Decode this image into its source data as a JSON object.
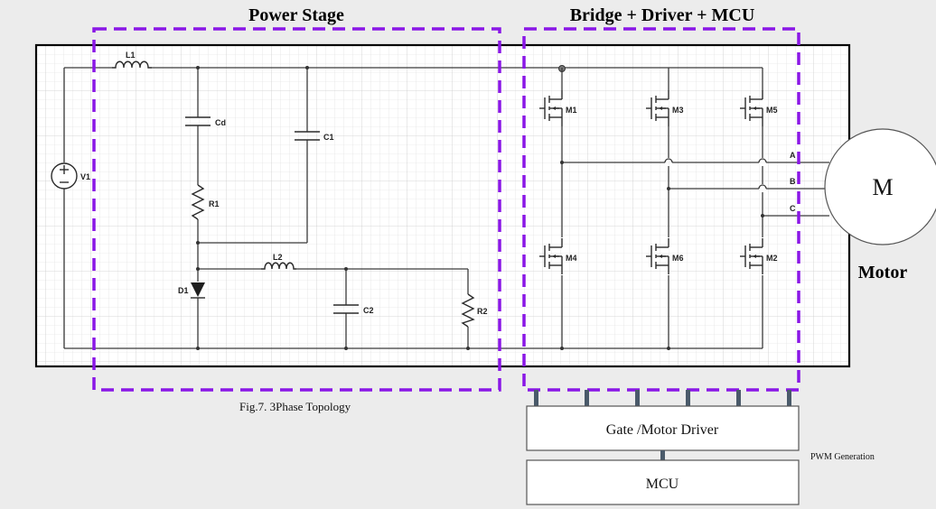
{
  "titles": {
    "power_stage": "Power Stage",
    "bridge": "Bridge + Driver + MCU",
    "motor": "Motor"
  },
  "motor_symbol": "M",
  "caption": "Fig.7. 3Phase Topology",
  "blocks": {
    "gate_driver": "Gate /Motor Driver",
    "mcu": "MCU",
    "pwm_label": "PWM Generation"
  },
  "components": {
    "source": "V1",
    "l1": "L1",
    "cd": "Cd",
    "c1": "C1",
    "r1": "R1",
    "d1": "D1",
    "l2": "L2",
    "c2": "C2",
    "r2": "R2",
    "m1": "M1",
    "m2": "M2",
    "m3": "M3",
    "m4": "M4",
    "m5": "M5",
    "m6": "M6"
  },
  "phases": {
    "a": "A",
    "b": "B",
    "c": "C"
  },
  "colors": {
    "dashed_box": "#8a17e6",
    "background": "#ececec",
    "circuit_bg": "#ffffff"
  }
}
